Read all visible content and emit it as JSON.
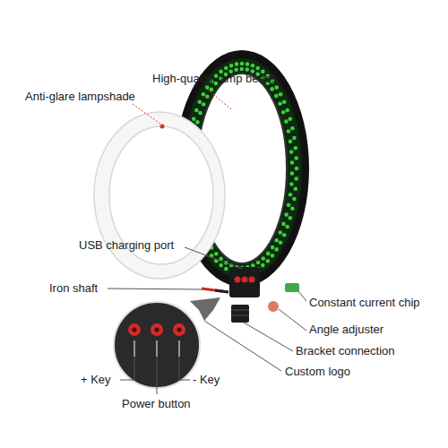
{
  "diagram": {
    "labels": [
      "High-quality lamp beads",
      "Anti-glare lampshade",
      "USB charging port",
      "Iron shaft",
      "Constant current chip",
      "Angle adjuster",
      "Bracket connection",
      "Custom logo",
      "+ Key",
      "- Key",
      "Power button"
    ]
  }
}
